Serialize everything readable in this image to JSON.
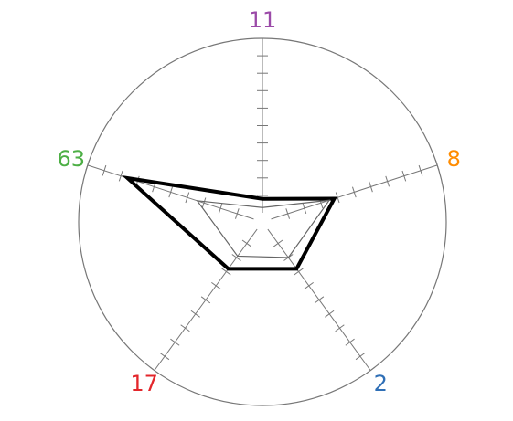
{
  "chart_data": {
    "type": "radar",
    "title": "",
    "categories": [
      "11",
      "8",
      "2",
      "17",
      "63"
    ],
    "category_colors": [
      "#9b4aa8",
      "#ff8c00",
      "#2f6fb6",
      "#e3262b",
      "#4daf45"
    ],
    "rmax": 1.0,
    "tick_count": 10,
    "series": [
      {
        "role": "outer-profile",
        "color": "#000000",
        "values": [
          0.08,
          0.38,
          0.28,
          0.28,
          0.76
        ]
      },
      {
        "role": "inner-profile",
        "color": "#666666",
        "values": [
          0.03,
          0.35,
          0.2,
          0.19,
          0.34
        ]
      }
    ]
  }
}
